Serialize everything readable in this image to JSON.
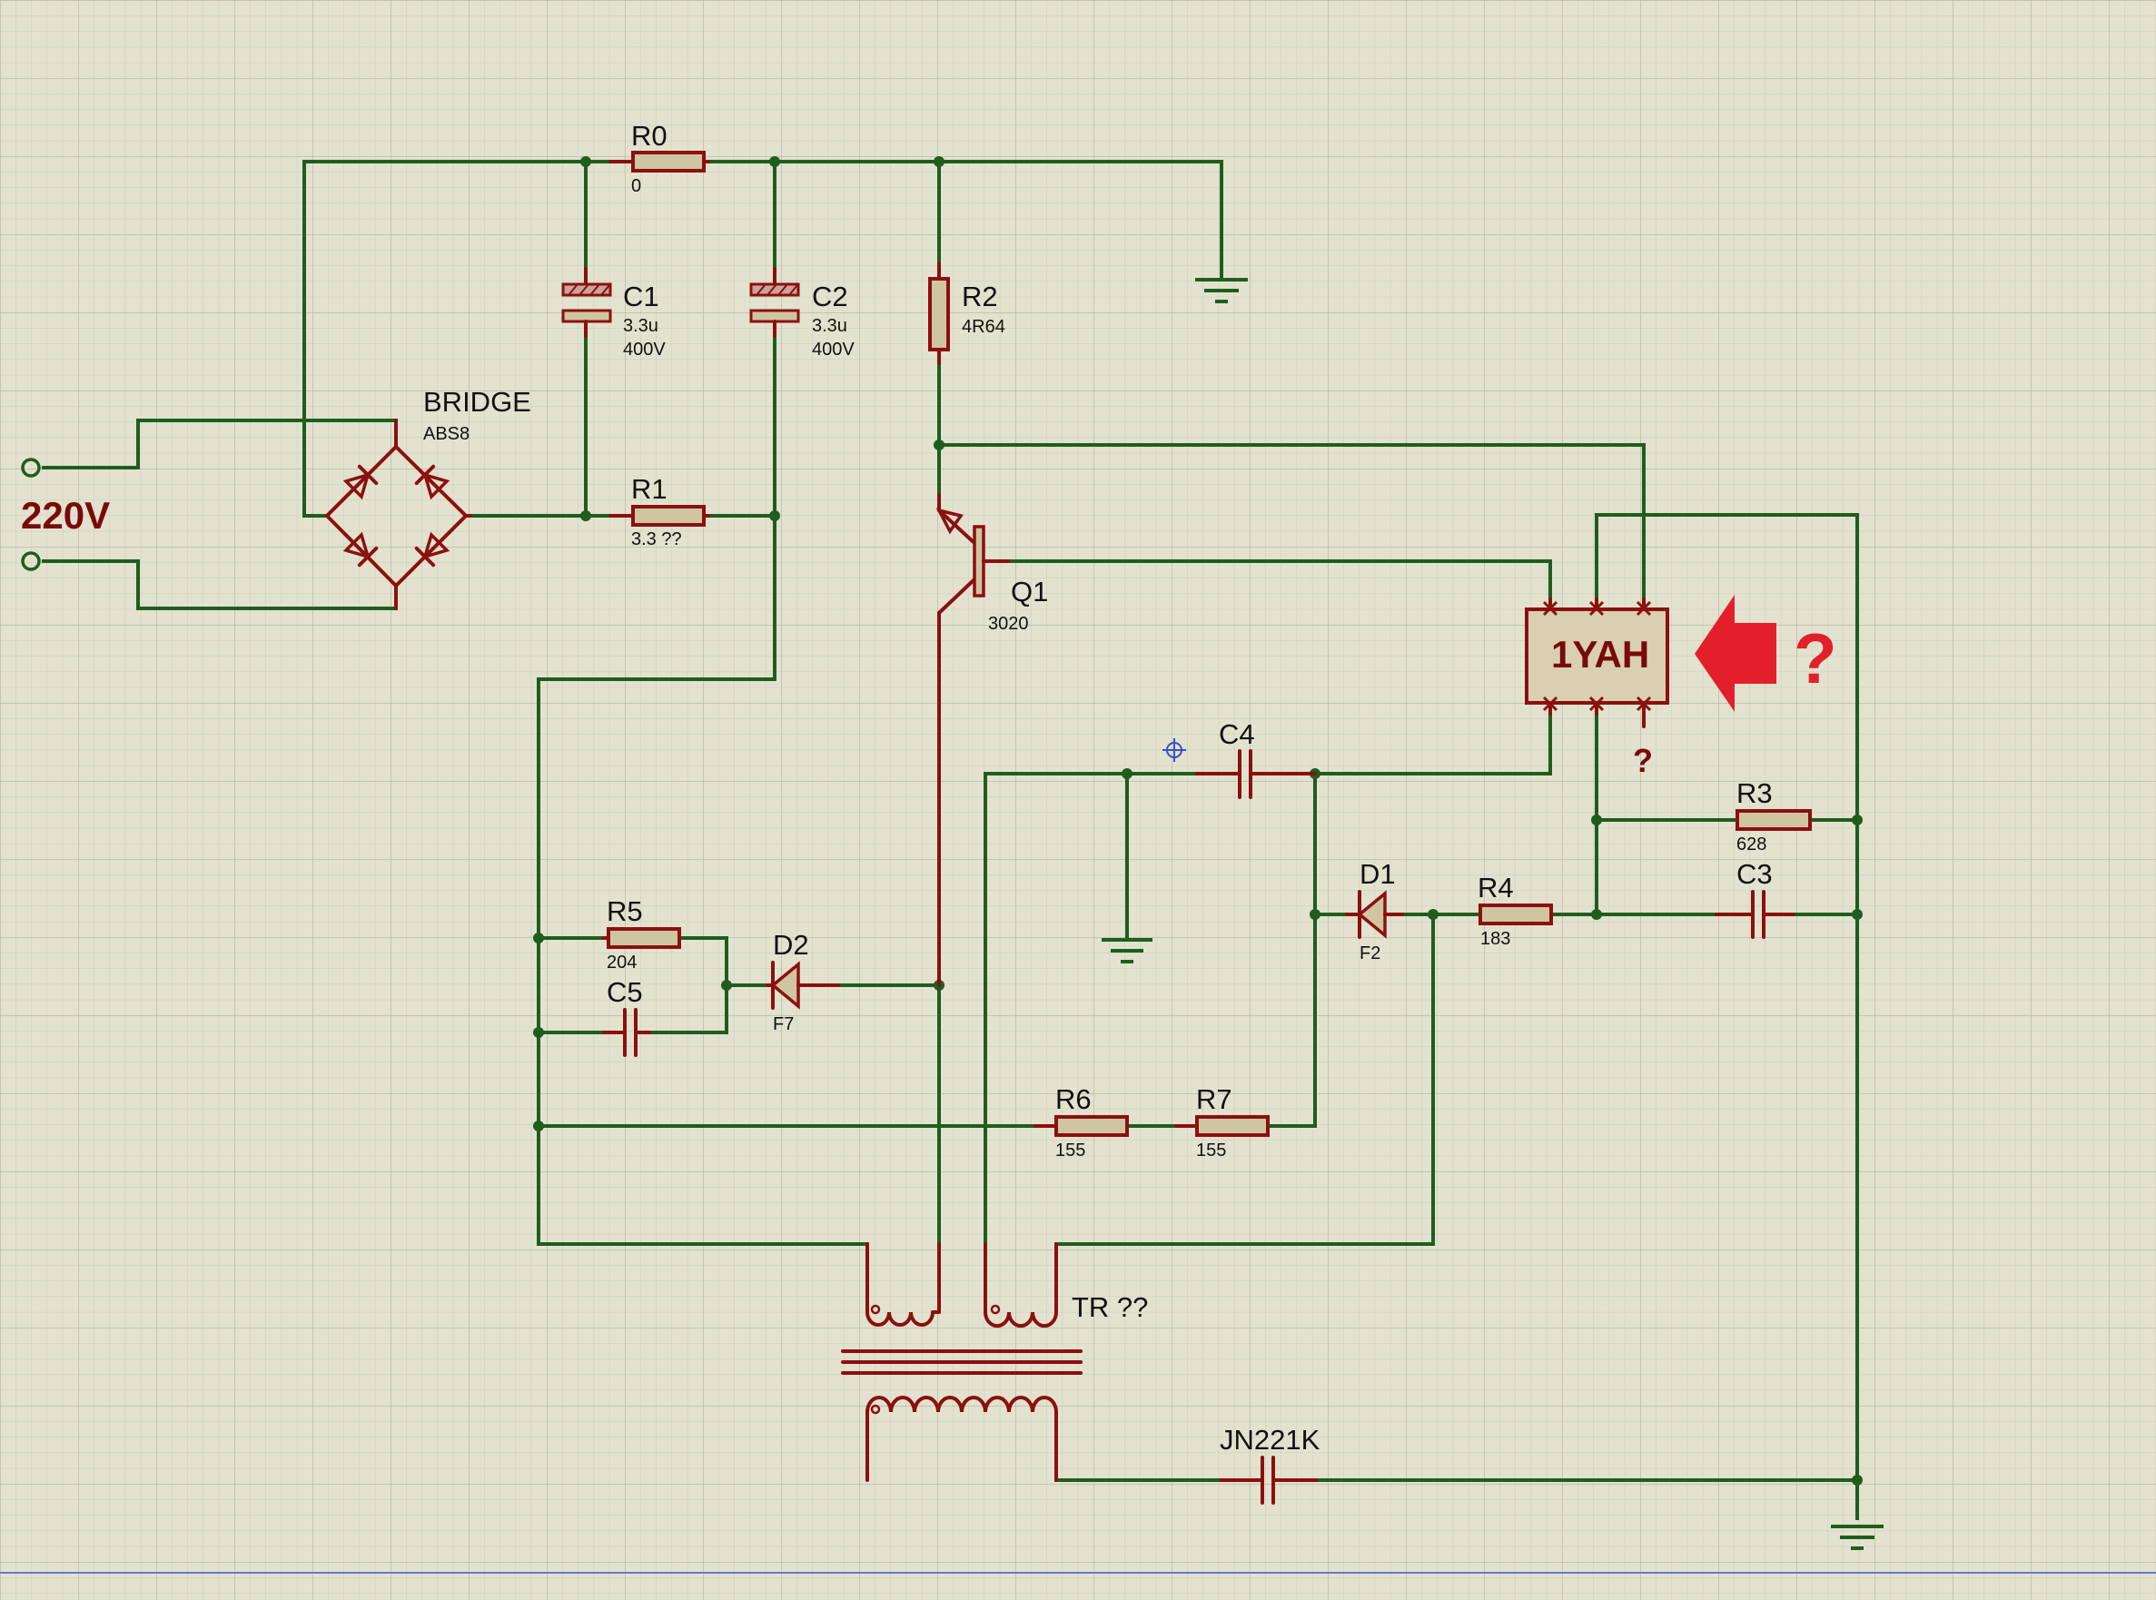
{
  "supply_label": "220V",
  "components": {
    "R0": {
      "ref": "R0",
      "value": "0"
    },
    "R1": {
      "ref": "R1",
      "value": "3.3 ??"
    },
    "R2": {
      "ref": "R2",
      "value": "4R64"
    },
    "R3": {
      "ref": "R3",
      "value": "628"
    },
    "R4": {
      "ref": "R4",
      "value": "183"
    },
    "R5": {
      "ref": "R5",
      "value": "204"
    },
    "R6": {
      "ref": "R6",
      "value": "155"
    },
    "R7": {
      "ref": "R7",
      "value": "155"
    },
    "C1": {
      "ref": "C1",
      "value": "3.3u",
      "voltage": "400V"
    },
    "C2": {
      "ref": "C2",
      "value": "3.3u",
      "voltage": "400V"
    },
    "C3": {
      "ref": "C3"
    },
    "C4": {
      "ref": "C4"
    },
    "C5": {
      "ref": "C5"
    },
    "D1": {
      "ref": "D1",
      "value": "F2"
    },
    "D2": {
      "ref": "D2",
      "value": "F7"
    },
    "Q1": {
      "ref": "Q1",
      "value": "3020"
    },
    "BRIDGE": {
      "ref": "BRIDGE",
      "value": "ABS8"
    },
    "TR": {
      "ref": "TR ??"
    },
    "Y_CAP": {
      "ref": "JN221K"
    },
    "IC": {
      "ref": "1YAH"
    }
  },
  "annotations": {
    "question": "?",
    "pin_question": "?"
  },
  "colors": {
    "background": "#e2e2cf",
    "grid": "#c6c9b4",
    "wire": "#1f5d1f",
    "component": "#8b1010",
    "highlight_arrow": "#e3202a"
  },
  "icons": {
    "arrow": "red-arrow-left-icon",
    "ground": "ground-icon",
    "cursor": "crosshair-cursor-icon"
  }
}
